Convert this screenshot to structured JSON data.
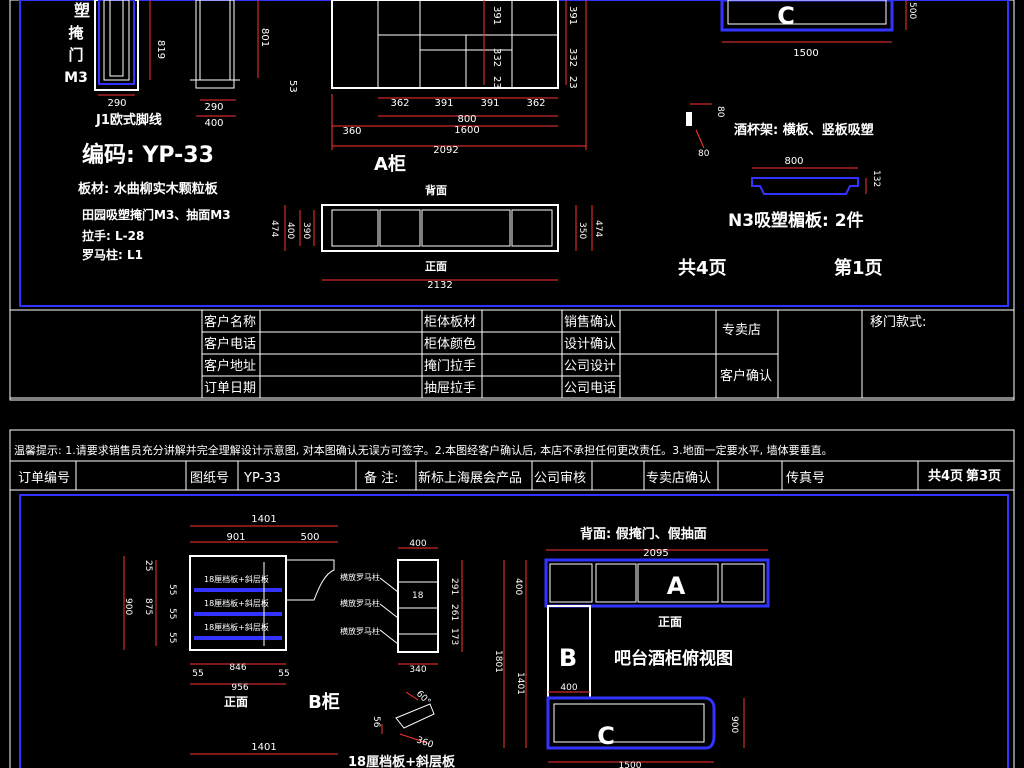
{
  "sheet1": {
    "side_label": "塑掩门M3",
    "side_label_chars": [
      "塑",
      "掩",
      "门",
      "M3"
    ],
    "dims_left": [
      "819",
      "290"
    ],
    "profile_dims": [
      "801",
      "53",
      "290",
      "400"
    ],
    "j1_label": "J1欧式脚线",
    "code": "编码: YP-33",
    "board_material": "板材: 水曲柳实木颗粒板",
    "door_material": "田园吸塑掩门M3、抽面M3",
    "handle": "拉手: L-28",
    "roman_column": "罗马柱: L1",
    "cabinet_a": {
      "title": "A柜",
      "vdims": [
        "391",
        "332",
        "23",
        "391",
        "332",
        "23"
      ],
      "hdims": [
        "362",
        "391",
        "391",
        "362"
      ],
      "inner_width": "800",
      "width_1600": "1600",
      "width_360": "360",
      "total_width": "2092"
    },
    "plan_top": {
      "back_label": "背面",
      "front_label": "正面",
      "left_dims": [
        "474",
        "400",
        "390"
      ],
      "right_dims": [
        "350",
        "474"
      ],
      "total": "2132"
    },
    "cabinet_c_top": {
      "label": "C",
      "width": "1500",
      "height": "500"
    },
    "wine_rack": {
      "label": "酒杯架: 横板、竖板吸塑",
      "dims": [
        "80",
        "80"
      ]
    },
    "n3": {
      "width": "800",
      "height": "132",
      "label": "N3吸塑楣板: 2件"
    },
    "pages_total": "共4页",
    "page_no": "第1页"
  },
  "table1": {
    "col1": [
      "客户名称",
      "客户电话",
      "客户地址",
      "订单日期"
    ],
    "col2": [
      "柜体板材",
      "柜体颜色",
      "掩门拉手",
      "抽屉拉手"
    ],
    "col3": [
      "销售确认",
      "设计确认",
      "公司设计",
      "公司电话"
    ],
    "store": "专卖店",
    "customer_confirm": "客户确认",
    "door_style": "移门款式:"
  },
  "notice": "温馨提示: 1.请要求销售员充分讲解并完全理解设计示意图, 对本图确认无误方可签字。2.本图经客户确认后, 本店不承担任何更改责任。3.地面一定要水平, 墙体要垂直。",
  "header2": {
    "order_no": "订单编号",
    "drawing_no": "图纸号",
    "drawing_val": "YP-33",
    "remark": "备  注:",
    "remark_val": "新标上海展会产品",
    "company_audit": "公司审核",
    "store_confirm": "专卖店确认",
    "fax": "传真号",
    "pages": "共4页",
    "page": "第3页"
  },
  "sheet2": {
    "cab_b": {
      "dims_top": [
        "1401",
        "901",
        "500"
      ],
      "left_dims": [
        "25",
        "55",
        "900",
        "875",
        "55",
        "55"
      ],
      "shelf_labels": [
        "18厘档板+斜层板",
        "18厘档板+斜层板",
        "18厘档板+斜层板"
      ],
      "bottom_dims": [
        "55",
        "846",
        "55",
        "956"
      ],
      "front_label": "正面",
      "title": "B柜"
    },
    "side_view": {
      "top": "400",
      "labels": [
        "横放罗马柱",
        "横放罗马柱",
        "横放罗马柱"
      ],
      "mid": "18",
      "right_dims": [
        "291",
        "261",
        "173"
      ],
      "bottom": "340"
    },
    "detail": {
      "angle": "60°",
      "dims": [
        "56",
        "360"
      ]
    },
    "lower": {
      "width": "1401",
      "label": "18厘档板+斜层板"
    },
    "plan": {
      "title": "背面: 假掩门、假抽面",
      "width": "2095",
      "height": "400",
      "a_label": "A",
      "front_label": "正面",
      "b_label": "B",
      "left_height": "1801",
      "left_height2": "1401",
      "b_width": "400",
      "plan_title": "吧台酒柜俯视图",
      "c_label": "C",
      "c_height": "900",
      "c_width": "1500"
    }
  }
}
